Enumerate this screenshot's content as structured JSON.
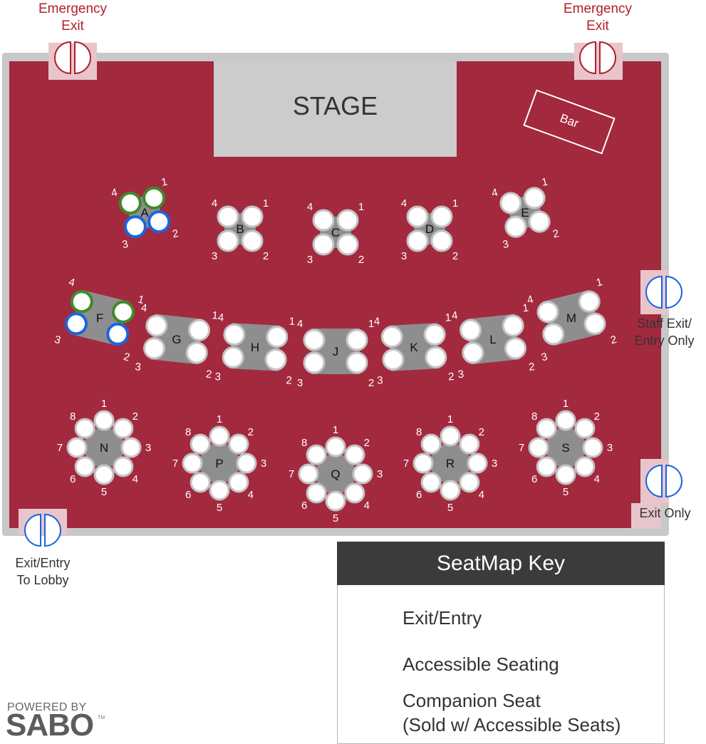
{
  "venue": {
    "stage_label": "STAGE",
    "bar_label": "Bar",
    "exits": {
      "emergency_left": "Emergency\nExit",
      "emergency_right": "Emergency\nExit",
      "staff": "Staff Exit/\nEntry Only",
      "exit_only": "Exit Only",
      "lobby": "Exit/Entry\nTo Lobby"
    }
  },
  "tables": [
    {
      "id": "A",
      "shape": "square",
      "seats": [
        {
          "n": "1",
          "status": "accessible"
        },
        {
          "n": "2",
          "status": "companion"
        },
        {
          "n": "3",
          "status": "companion"
        },
        {
          "n": "4",
          "status": "accessible"
        }
      ]
    },
    {
      "id": "B",
      "shape": "square",
      "seats": [
        {
          "n": "1",
          "status": "standard"
        },
        {
          "n": "2",
          "status": "standard"
        },
        {
          "n": "3",
          "status": "standard"
        },
        {
          "n": "4",
          "status": "standard"
        }
      ]
    },
    {
      "id": "C",
      "shape": "square",
      "seats": [
        {
          "n": "1",
          "status": "standard"
        },
        {
          "n": "2",
          "status": "standard"
        },
        {
          "n": "3",
          "status": "standard"
        },
        {
          "n": "4",
          "status": "standard"
        }
      ]
    },
    {
      "id": "D",
      "shape": "square",
      "seats": [
        {
          "n": "1",
          "status": "standard"
        },
        {
          "n": "2",
          "status": "standard"
        },
        {
          "n": "3",
          "status": "standard"
        },
        {
          "n": "4",
          "status": "standard"
        }
      ]
    },
    {
      "id": "E",
      "shape": "square",
      "seats": [
        {
          "n": "1",
          "status": "standard"
        },
        {
          "n": "2",
          "status": "standard"
        },
        {
          "n": "3",
          "status": "standard"
        },
        {
          "n": "4",
          "status": "standard"
        }
      ]
    },
    {
      "id": "F",
      "shape": "square",
      "seats": [
        {
          "n": "1",
          "status": "accessible"
        },
        {
          "n": "2",
          "status": "companion"
        },
        {
          "n": "3",
          "status": "companion"
        },
        {
          "n": "4",
          "status": "accessible"
        }
      ]
    },
    {
      "id": "G",
      "shape": "square",
      "seats": [
        {
          "n": "1",
          "status": "standard"
        },
        {
          "n": "2",
          "status": "standard"
        },
        {
          "n": "3",
          "status": "standard"
        },
        {
          "n": "4",
          "status": "standard"
        }
      ]
    },
    {
      "id": "H",
      "shape": "square",
      "seats": [
        {
          "n": "1",
          "status": "standard"
        },
        {
          "n": "2",
          "status": "standard"
        },
        {
          "n": "3",
          "status": "standard"
        },
        {
          "n": "4",
          "status": "standard"
        }
      ]
    },
    {
      "id": "J",
      "shape": "square",
      "seats": [
        {
          "n": "1",
          "status": "standard"
        },
        {
          "n": "2",
          "status": "standard"
        },
        {
          "n": "3",
          "status": "standard"
        },
        {
          "n": "4",
          "status": "standard"
        }
      ]
    },
    {
      "id": "K",
      "shape": "square",
      "seats": [
        {
          "n": "1",
          "status": "standard"
        },
        {
          "n": "2",
          "status": "standard"
        },
        {
          "n": "3",
          "status": "standard"
        },
        {
          "n": "4",
          "status": "standard"
        }
      ]
    },
    {
      "id": "L",
      "shape": "square",
      "seats": [
        {
          "n": "1",
          "status": "standard"
        },
        {
          "n": "2",
          "status": "standard"
        },
        {
          "n": "3",
          "status": "standard"
        },
        {
          "n": "4",
          "status": "standard"
        }
      ]
    },
    {
      "id": "M",
      "shape": "square",
      "seats": [
        {
          "n": "1",
          "status": "standard"
        },
        {
          "n": "2",
          "status": "standard"
        },
        {
          "n": "3",
          "status": "standard"
        },
        {
          "n": "4",
          "status": "standard"
        }
      ]
    },
    {
      "id": "N",
      "shape": "round",
      "seats": [
        {
          "n": "1"
        },
        {
          "n": "2"
        },
        {
          "n": "3"
        },
        {
          "n": "4"
        },
        {
          "n": "5"
        },
        {
          "n": "6"
        },
        {
          "n": "7"
        },
        {
          "n": "8"
        }
      ]
    },
    {
      "id": "P",
      "shape": "round",
      "seats": [
        {
          "n": "1"
        },
        {
          "n": "2"
        },
        {
          "n": "3"
        },
        {
          "n": "4"
        },
        {
          "n": "5"
        },
        {
          "n": "6"
        },
        {
          "n": "7"
        },
        {
          "n": "8"
        }
      ]
    },
    {
      "id": "Q",
      "shape": "round",
      "seats": [
        {
          "n": "1"
        },
        {
          "n": "2"
        },
        {
          "n": "3"
        },
        {
          "n": "4"
        },
        {
          "n": "5"
        },
        {
          "n": "6"
        },
        {
          "n": "7"
        },
        {
          "n": "8"
        }
      ]
    },
    {
      "id": "R",
      "shape": "round",
      "seats": [
        {
          "n": "1"
        },
        {
          "n": "2"
        },
        {
          "n": "3"
        },
        {
          "n": "4"
        },
        {
          "n": "5"
        },
        {
          "n": "6"
        },
        {
          "n": "7"
        },
        {
          "n": "8"
        }
      ]
    },
    {
      "id": "S",
      "shape": "round",
      "seats": [
        {
          "n": "1"
        },
        {
          "n": "2"
        },
        {
          "n": "3"
        },
        {
          "n": "4"
        },
        {
          "n": "5"
        },
        {
          "n": "6"
        },
        {
          "n": "7"
        },
        {
          "n": "8"
        }
      ]
    }
  ],
  "key": {
    "title": "SeatMap Key",
    "items": [
      {
        "icon": "exit-door-icon",
        "label": "Exit/Entry"
      },
      {
        "icon": "accessible-seat-icon",
        "label": "Accessible Seating"
      },
      {
        "icon": "companion-seat-icon",
        "label_line1": "Companion Seat",
        "label_line2": "(Sold w/ Accessible Seats)"
      }
    ]
  },
  "logo": {
    "top": "POWERED BY",
    "main": "SABO",
    "tm": "TM"
  },
  "colors": {
    "floor": "#a3293f",
    "wall": "#c8c8c8",
    "stage": "#cccccc",
    "table": "#8e8e8e",
    "seat": "#ffffff",
    "seat_stroke": "#c4c4c4",
    "accessible": "#3d8b2a",
    "companion": "#1a64e0",
    "exit_red": "#b0202c",
    "exit_blue": "#1a64e0",
    "key_header": "#3b3b3b"
  }
}
